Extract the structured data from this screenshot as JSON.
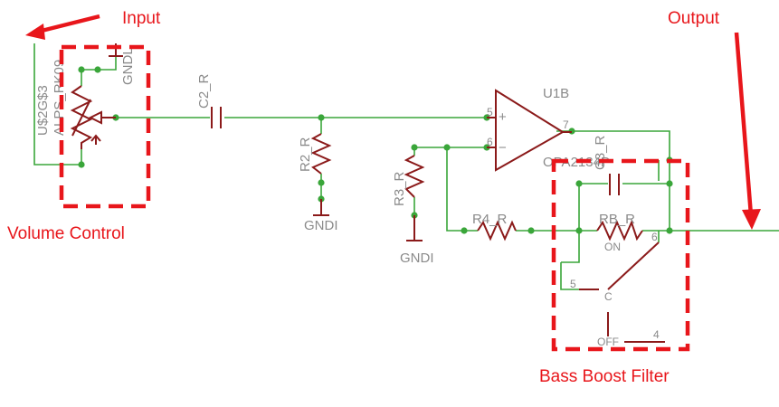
{
  "annotations": {
    "input": "Input",
    "output": "Output",
    "volume_control": "Volume Control",
    "bass_boost": "Bass Boost Filter"
  },
  "labels": {
    "alps": "U$2G$3",
    "alps2": "ALPS_RK09",
    "gndl": "GNDL",
    "c2": "C2_R",
    "r2": "R2_R",
    "gnd_r2": "GNDI",
    "r3": "R3_R",
    "gnd_r3": "GNDI",
    "u1b": "U1B",
    "opa": "OPA2134P",
    "c3": "C3_R",
    "r4": "R4_R",
    "rb": "RB_R",
    "on": "ON",
    "off": "OFF",
    "c": "C",
    "pin5_op": "5",
    "pin6_op": "6",
    "pin7_op": "7",
    "plus": "+",
    "minus": "−",
    "pin5_sw": "5",
    "pin6_sw": "6",
    "pin4_sw": "4"
  },
  "colors": {
    "wire": "#3aa63a",
    "part": "#8b1a1a",
    "annotation": "#e8161b",
    "label": "#8a8a8a"
  }
}
